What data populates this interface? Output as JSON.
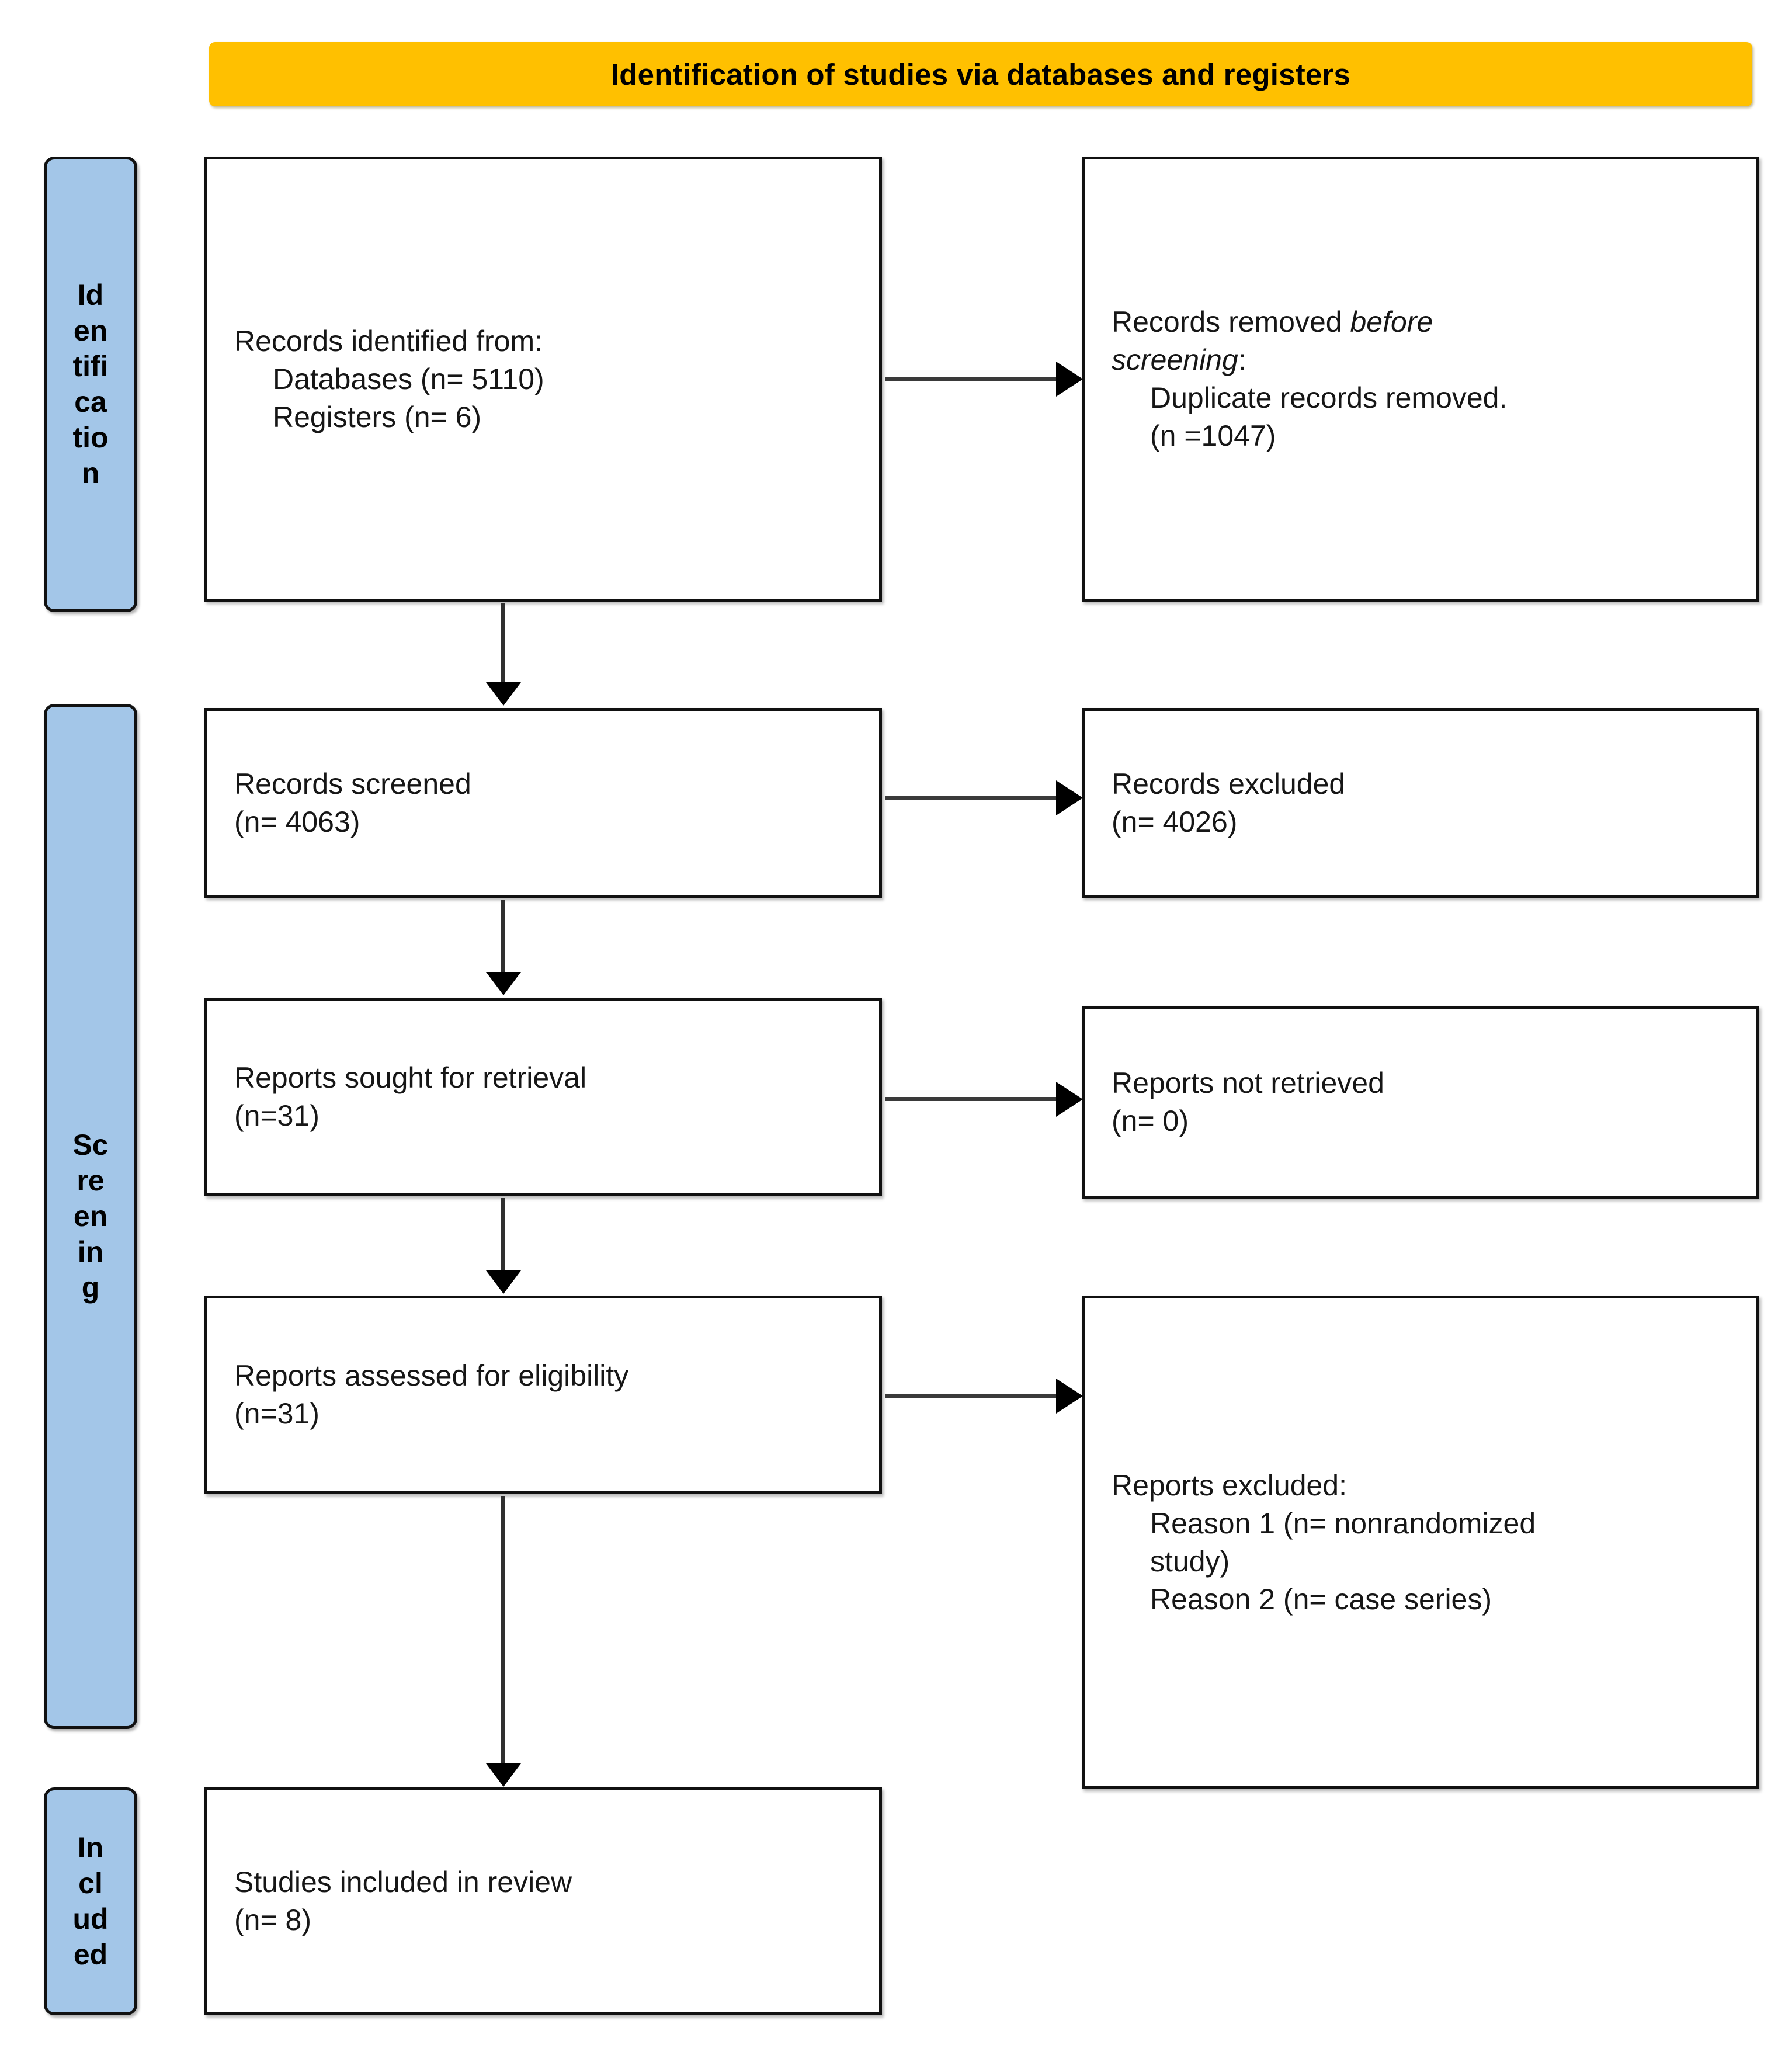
{
  "banner": {
    "title": "Identification of studies via databases and registers"
  },
  "stage_labels": [
    {
      "id": "identification",
      "text": "Id\nen\ntifi\nca\ntio\nn"
    },
    {
      "id": "screening",
      "text": "Sc\nre\nen\nin\ng"
    },
    {
      "id": "included",
      "text": "In\ncl\nud\ned"
    }
  ],
  "boxes": {
    "identified": {
      "line1": "Records identified from:",
      "line2": "Databases (n= 5110)",
      "line3": "Registers (n= 6)"
    },
    "removed": {
      "line1_plain": "Records removed ",
      "line1_italic": "before",
      "line2_italic": "screening",
      "line2_plain": ":",
      "line3": "Duplicate records removed.",
      "line4": "(n =1047)"
    },
    "screened": {
      "line1": "Records screened",
      "line2": "(n= 4063)"
    },
    "excluded": {
      "line1": "Records excluded",
      "line2": "(n= 4026)"
    },
    "sought": {
      "line1": "Reports sought for retrieval",
      "line2": "(n=31)"
    },
    "not_retrieved": {
      "line1": "Reports not retrieved",
      "line2": "(n= 0)"
    },
    "assessed": {
      "line1": "Reports assessed for eligibility",
      "line2": "(n=31)"
    },
    "reports_excluded": {
      "line1": "Reports excluded:",
      "line2": "Reason 1 (n= nonrandomized",
      "line3": "study)",
      "line4": "Reason 2 (n= case series)"
    },
    "included": {
      "line1": "Studies included in review",
      "line2": "(n= 8)"
    }
  },
  "colors": {
    "banner_bg": "#FFC000",
    "stage_label_bg": "#A3C6E8",
    "box_border": "#111111",
    "arrow": "#2f2f2f",
    "text": "#161616"
  }
}
